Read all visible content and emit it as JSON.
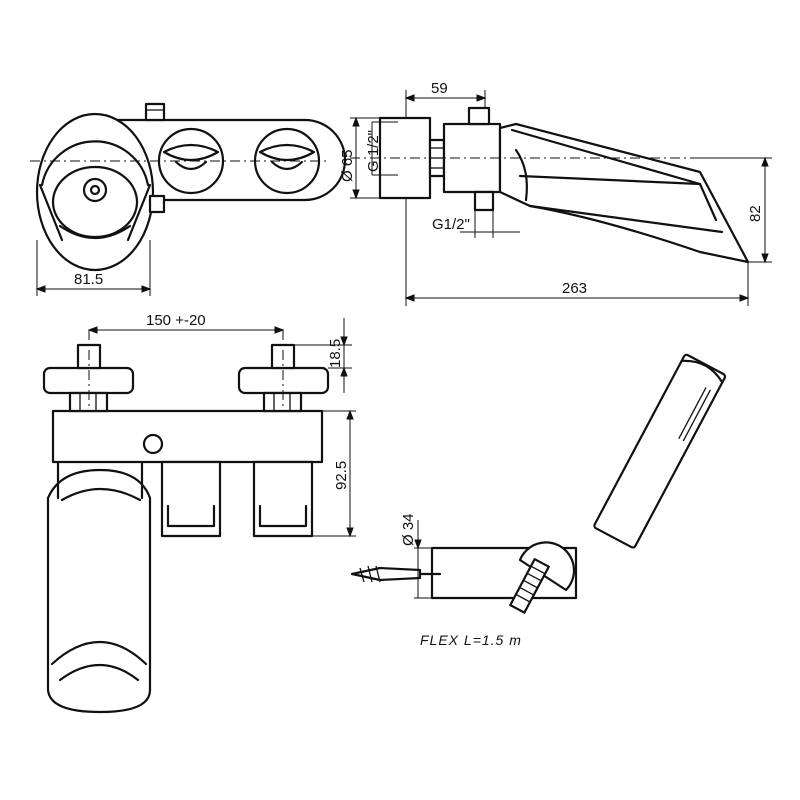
{
  "dimensions": {
    "top_view_width": "81.5",
    "side_view_length_top": "59",
    "side_view_diameter": "Ø 65",
    "side_view_inlet_thread": "G 1/2\"",
    "side_view_outlet_thread": "G1/2\"",
    "side_view_height": "82",
    "side_view_total_length": "263",
    "front_view_centers": "150 +-20",
    "front_view_nut_height": "18.5",
    "front_view_body_height": "92.5",
    "shower_holder_diameter": "Ø 34"
  },
  "notes": {
    "hose_length": "FLEX  L=1.5  m"
  }
}
